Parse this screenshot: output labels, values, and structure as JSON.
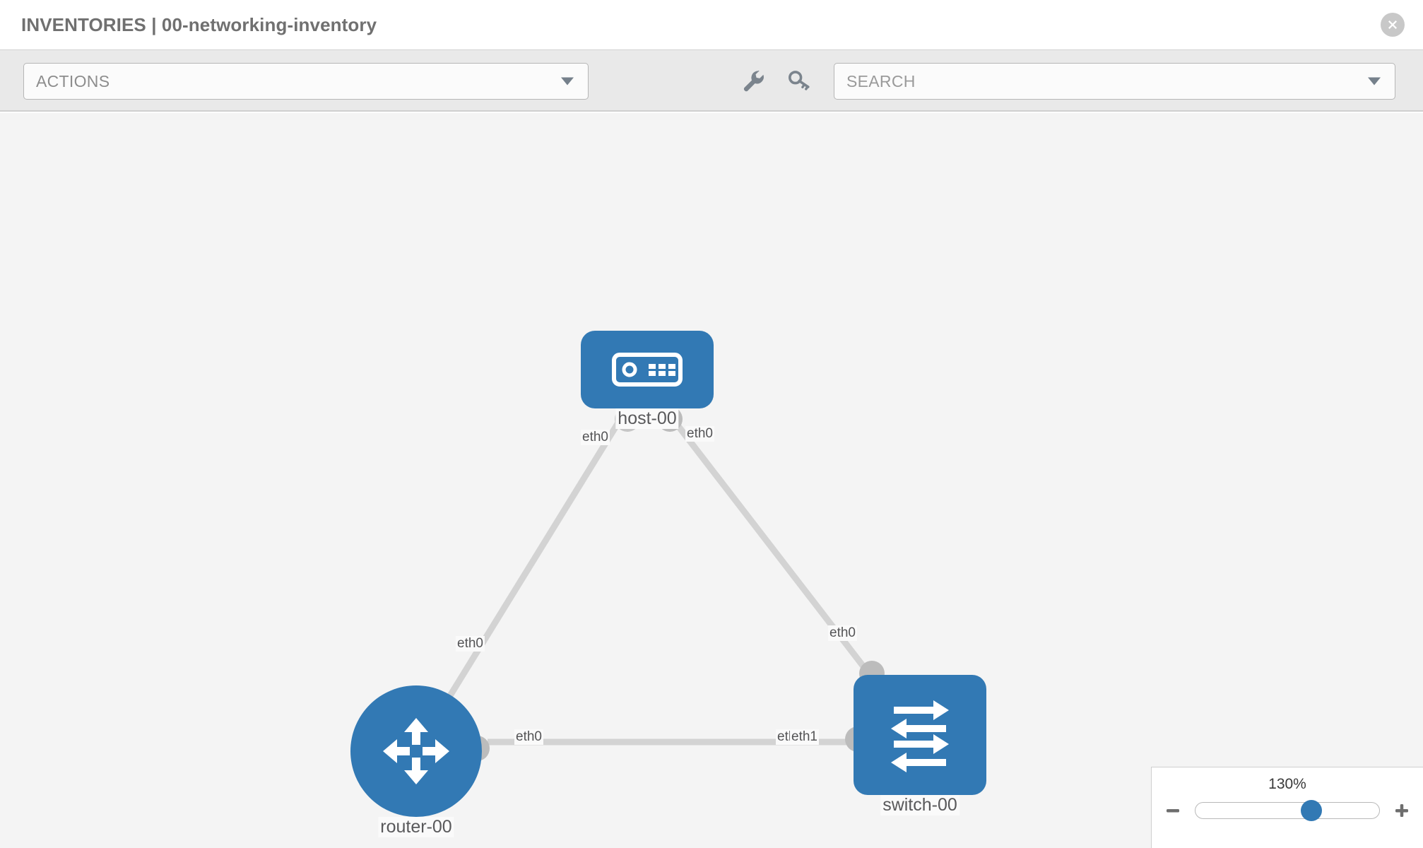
{
  "header": {
    "title": "INVENTORIES | 00-networking-inventory",
    "close_icon": "close-icon"
  },
  "toolbar": {
    "actions_label": "ACTIONS",
    "actions_caret": "chevron-down-icon",
    "wrench_icon": "wrench-icon",
    "key_icon": "key-icon",
    "search_placeholder": "SEARCH",
    "search_value": "SEARCH",
    "search_caret": "chevron-down-icon"
  },
  "topology": {
    "nodes": [
      {
        "id": "host-00",
        "label": "host-00",
        "type": "host",
        "icon": "server-icon",
        "shape": "square",
        "color": "#3279b4"
      },
      {
        "id": "router-00",
        "label": "router-00",
        "type": "router",
        "icon": "router-arrows-icon",
        "shape": "circle",
        "color": "#3279b4"
      },
      {
        "id": "switch-00",
        "label": "switch-00",
        "type": "switch",
        "icon": "switch-arrows-icon",
        "shape": "square",
        "color": "#3279b4"
      }
    ],
    "links": [
      {
        "from": "host-00",
        "to": "router-00",
        "from_port": "eth0",
        "to_port": "eth0"
      },
      {
        "from": "host-00",
        "to": "switch-00",
        "from_port": "eth0",
        "to_port": "eth0"
      },
      {
        "from": "router-00",
        "to": "switch-00",
        "from_port": "eth0",
        "to_port": "eth1"
      }
    ],
    "port_labels": {
      "host_left": "eth0",
      "host_right": "eth0",
      "router_up": "eth0",
      "switch_up": "eth0",
      "router_right": "eth0",
      "switch_left_back": "eth",
      "switch_left": "eth1"
    }
  },
  "zoom_control": {
    "value_text": "130%",
    "minus_label": "−",
    "plus_label": "+",
    "slider_percent": 63
  }
}
